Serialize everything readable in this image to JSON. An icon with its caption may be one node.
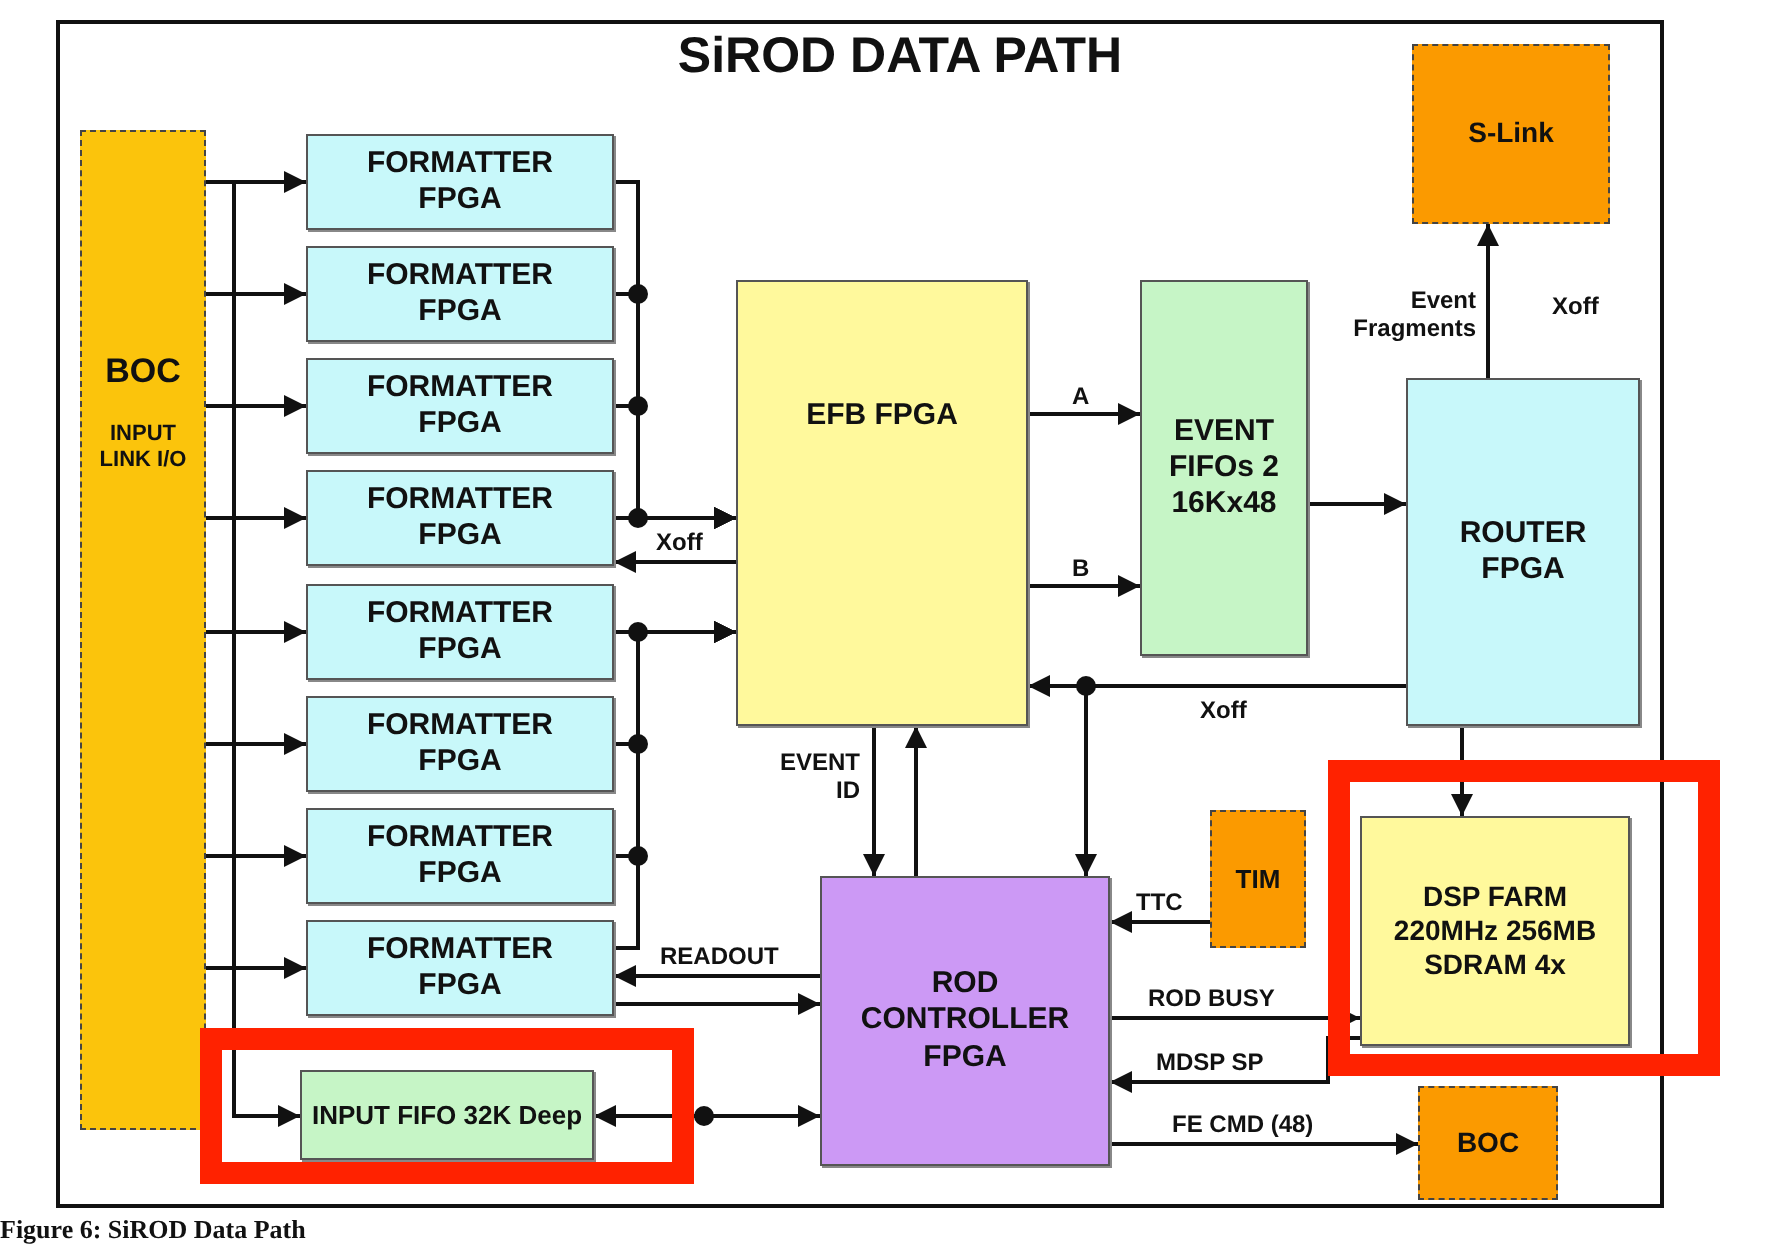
{
  "diagram": {
    "title": "SiROD DATA PATH",
    "caption": "Figure 6: SiROD Data Path",
    "nodes": [
      {
        "text": [
          "BOC",
          "INPUT LINK I/O"
        ]
      },
      {
        "text": [
          "FORMATTER FPGA"
        ]
      },
      {
        "text": [
          "FORMATTER FPGA"
        ]
      },
      {
        "text": [
          "FORMATTER FPGA"
        ]
      },
      {
        "text": [
          "FORMATTER FPGA"
        ]
      },
      {
        "text": [
          "FORMATTER FPGA"
        ]
      },
      {
        "text": [
          "FORMATTER FPGA"
        ]
      },
      {
        "text": [
          "FORMATTER FPGA"
        ]
      },
      {
        "text": [
          "FORMATTER FPGA"
        ]
      },
      {
        "text": [
          "INPUT FIFO 32K Deep"
        ]
      },
      {
        "text": [
          "EFB FPGA"
        ]
      },
      {
        "text": [
          "EVENT FIFOs 2 16Kx48"
        ]
      },
      {
        "text": [
          "ROUTER FPGA"
        ]
      },
      {
        "text": [
          "S-Link"
        ]
      },
      {
        "text": [
          "ROD CONTROLLER FPGA"
        ]
      },
      {
        "text": [
          "TIM"
        ]
      },
      {
        "text": [
          "DSP FARM 220MHz 256MB SDRAM 4x"
        ]
      },
      {
        "text": [
          "BOC"
        ]
      }
    ],
    "edges": [
      {
        "from": 0,
        "to": 1,
        "arrow": "to"
      },
      {
        "from": 0,
        "to": 2,
        "arrow": "to"
      },
      {
        "from": 0,
        "to": 3,
        "arrow": "to"
      },
      {
        "from": 0,
        "to": 4,
        "arrow": "to"
      },
      {
        "from": 0,
        "to": 5,
        "arrow": "to"
      },
      {
        "from": 0,
        "to": 6,
        "arrow": "to"
      },
      {
        "from": 0,
        "to": 7,
        "arrow": "to"
      },
      {
        "from": 0,
        "to": 8,
        "arrow": "to"
      },
      {
        "from": 0,
        "to": 9,
        "arrow": "to"
      },
      {
        "from": 1,
        "to": 10,
        "arrow": "to"
      },
      {
        "from": 2,
        "to": 10,
        "arrow": "to"
      },
      {
        "from": 3,
        "to": 10,
        "arrow": "to"
      },
      {
        "from": 4,
        "to": 10,
        "arrow": "to"
      },
      {
        "from": 5,
        "to": 10,
        "arrow": "to"
      },
      {
        "from": 6,
        "to": 10,
        "arrow": "to"
      },
      {
        "from": 7,
        "to": 10,
        "arrow": "to"
      },
      {
        "from": 8,
        "to": 10,
        "arrow": "to"
      },
      {
        "from": 10,
        "to": 4,
        "arrow": "to",
        "label": "Xoff"
      },
      {
        "from": 10,
        "to": 11,
        "arrow": "to",
        "label": "A"
      },
      {
        "from": 10,
        "to": 11,
        "arrow": "to",
        "label": "B"
      },
      {
        "from": 11,
        "to": 12,
        "arrow": "to"
      },
      {
        "from": 12,
        "to": 13,
        "arrow": "to",
        "label": "Event Fragments"
      },
      {
        "from": 12,
        "to": 10,
        "arrow": "to",
        "label": "Xoff"
      },
      {
        "from": 12,
        "to": 14,
        "arrow": "to"
      },
      {
        "from": 12,
        "to": 16,
        "arrow": "to"
      },
      {
        "from": 10,
        "to": 14,
        "arrow": "to",
        "label": "EVENT ID"
      },
      {
        "from": 14,
        "to": 10,
        "arrow": "to"
      },
      {
        "from": 15,
        "to": 14,
        "arrow": "to",
        "label": "TTC"
      },
      {
        "from": 14,
        "to": 16,
        "arrow": "to",
        "label": "ROD BUSY"
      },
      {
        "from": 16,
        "to": 14,
        "arrow": "to",
        "label": "MDSP SP"
      },
      {
        "from": 14,
        "to": 17,
        "arrow": "to",
        "label": "FE CMD (48)"
      },
      {
        "from": 14,
        "to": 8,
        "arrow": "to",
        "label": "READOUT"
      },
      {
        "from": 8,
        "to": 14,
        "arrow": "to"
      },
      {
        "from": 9,
        "to": 14,
        "arrow": "both"
      }
    ],
    "labels": [
      "Xoff"
    ]
  }
}
